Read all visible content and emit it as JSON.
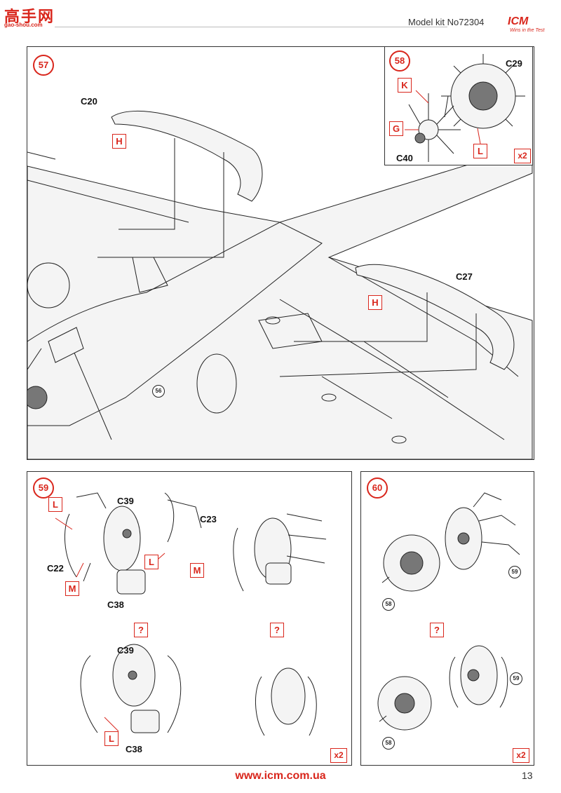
{
  "header": {
    "site_logo_text": "高手网",
    "site_logo_sub": "gao-shou.com",
    "model_kit": "Model kit No72304",
    "brand": "ICM",
    "brand_tagline": "Wins in the Test"
  },
  "steps": {
    "s57": {
      "number": "57",
      "labels": {
        "c20": "C20",
        "c27": "C27",
        "h1": "H",
        "h2": "H",
        "ref56": "56"
      }
    },
    "s58": {
      "number": "58",
      "labels": {
        "c29": "C29",
        "c40": "C40",
        "k": "K",
        "g": "G",
        "l": "L",
        "x2": "x2"
      }
    },
    "s59": {
      "number": "59",
      "labels": {
        "c39a": "C39",
        "c23": "C23",
        "c22": "C22",
        "c38a": "C38",
        "l1": "L",
        "l2": "L",
        "m1": "M",
        "m2": "M",
        "q1": "?",
        "q2": "?",
        "c39b": "C39",
        "c38b": "C38",
        "l3": "L",
        "x2": "x2"
      }
    },
    "s60": {
      "number": "60",
      "labels": {
        "ref59a": "59",
        "ref58a": "58",
        "q": "?",
        "ref59b": "59",
        "ref58b": "58",
        "x2": "x2"
      }
    }
  },
  "footer": {
    "url": "www.icm.com.ua",
    "page": "13"
  },
  "colors": {
    "accent": "#d9261c",
    "line": "#222222"
  }
}
